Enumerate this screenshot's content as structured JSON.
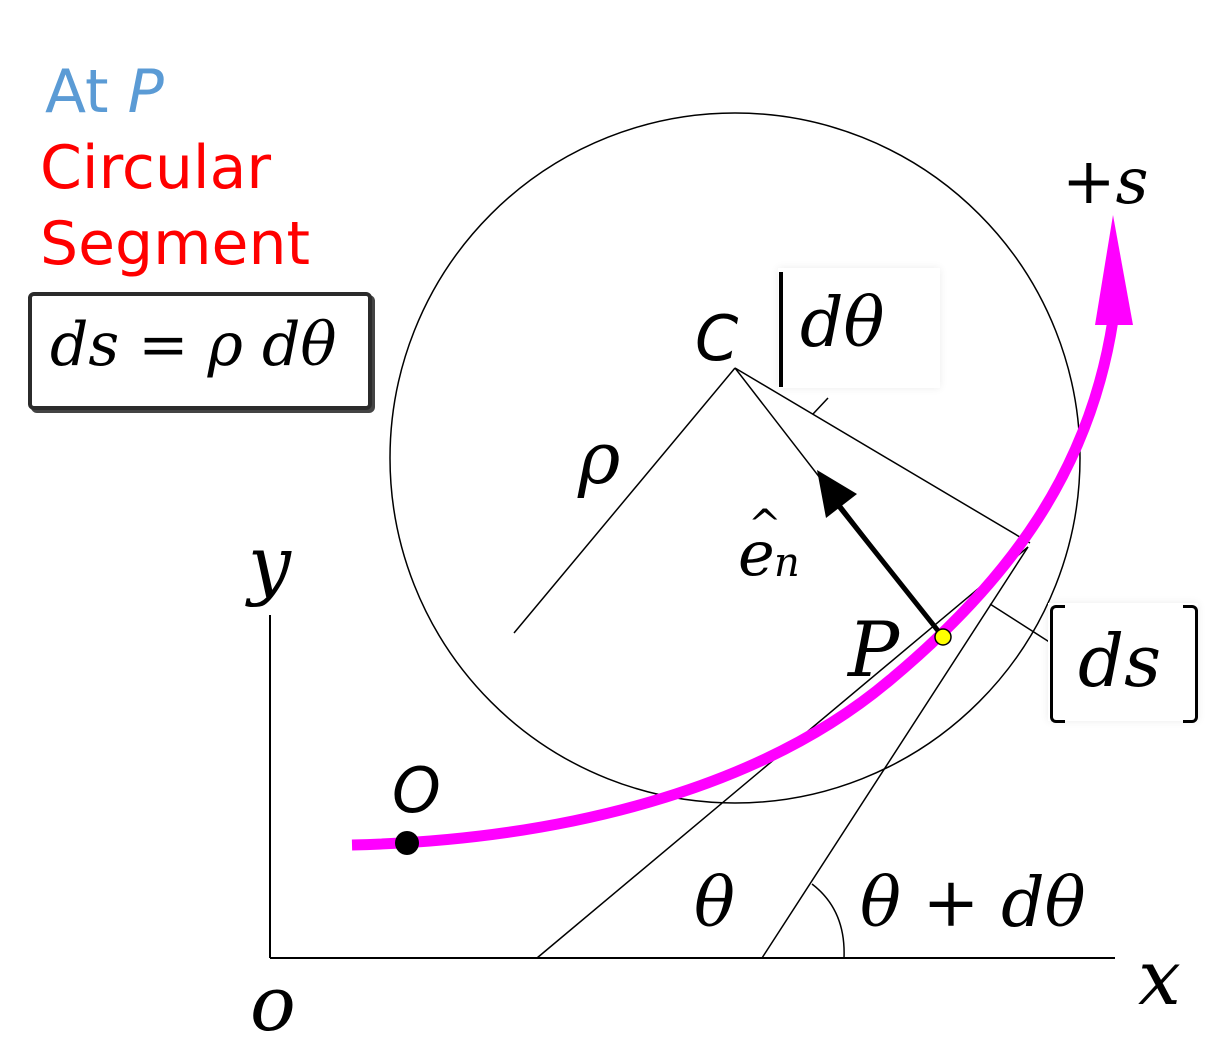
{
  "heading": {
    "at_prefix": "At ",
    "at_point": "P",
    "line2": "Circular",
    "line3": "Segment"
  },
  "formula": {
    "lhs": "ds",
    "equals": " = ",
    "rhs": "ρ dθ"
  },
  "labels": {
    "center": "C",
    "radius": "ρ",
    "unit_normal_base": "e",
    "unit_normal_hat": "^",
    "unit_normal_sub": "n",
    "point_p": "P",
    "origin_path": "O",
    "origin_axes": "o",
    "axis_x": "x",
    "axis_y": "y",
    "theta": "θ",
    "theta_plus": "θ + dθ",
    "arc_direction": "+s",
    "d_theta": "dθ",
    "ds": "ds"
  },
  "colors": {
    "heading_at": "#5b9bd5",
    "heading_segment": "#ff0000",
    "path": "#ff00ff",
    "point_p_fill": "#ffff00",
    "ink": "#000000"
  }
}
